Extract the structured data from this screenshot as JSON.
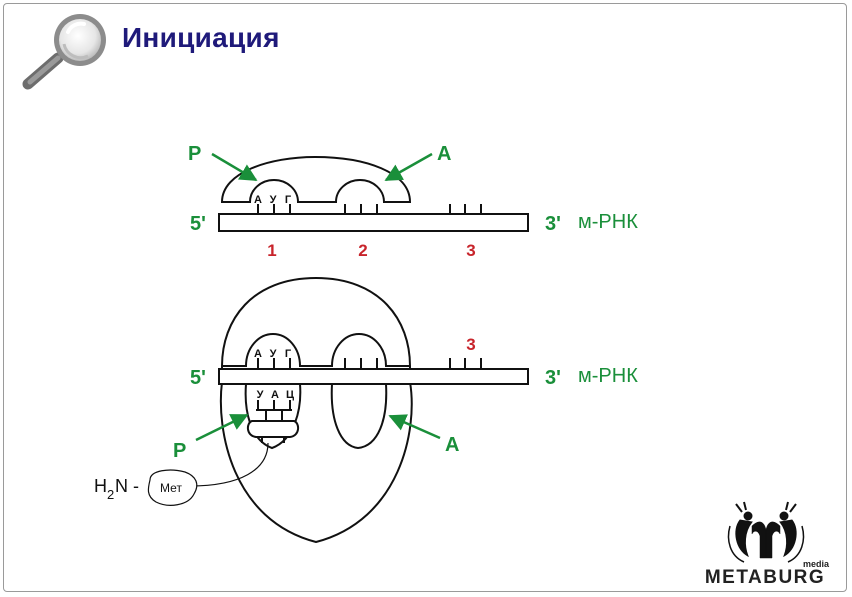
{
  "title": "Инициация",
  "diagram": {
    "top": {
      "label_p": "P",
      "label_a": "A",
      "codon": [
        "А",
        "У",
        "Г"
      ],
      "end5": "5'",
      "end3": "3'",
      "mrna": "м-РНК",
      "numbers": [
        "1",
        "2",
        "3"
      ]
    },
    "bottom": {
      "codon": [
        "А",
        "У",
        "Г"
      ],
      "anticodon": [
        "У",
        "А",
        "Ц"
      ],
      "number3": "3",
      "end5": "5'",
      "end3": "3'",
      "mrna": "м-РНК",
      "label_p": "P",
      "label_a": "A",
      "h2n_main": "H",
      "h2n_sub": "2",
      "h2n_rest": "N -",
      "met": "Мет"
    }
  },
  "brand": {
    "name": "METABURG",
    "sub": "media"
  },
  "colors": {
    "title": "#1f1a7a",
    "arrow": "#1a8f3a",
    "number": "#c8242b"
  }
}
